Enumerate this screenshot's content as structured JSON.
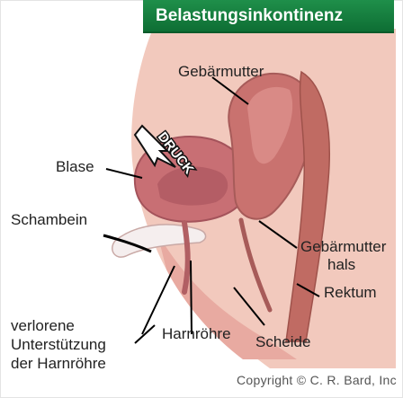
{
  "title": "Belastungsinkontinenz",
  "pressure_label": "DRUCK",
  "labels": {
    "gebaermutter": "Gebärmutter",
    "blase": "Blase",
    "schambein": "Schambein",
    "gebaermutterhals_line1": "Gebärmutter",
    "gebaermutterhals_line2": "hals",
    "rektum": "Rektum",
    "harnroehre": "Harnröhre",
    "scheide": "Scheide",
    "verlorene_line1": "verlorene",
    "verlorene_line2": "Unterstützung",
    "verlorene_line3": "der Harnröhre"
  },
  "copyright": "Copyright © C. R. Bard, Inc",
  "colors": {
    "title_bg": "#1a8844",
    "skin": "#f2c9bd",
    "tissue": "#d98f87",
    "uterus": "#c9726f",
    "bladder": "#c86f74",
    "bone": "#f5eeee",
    "rectum": "#c06b63"
  }
}
